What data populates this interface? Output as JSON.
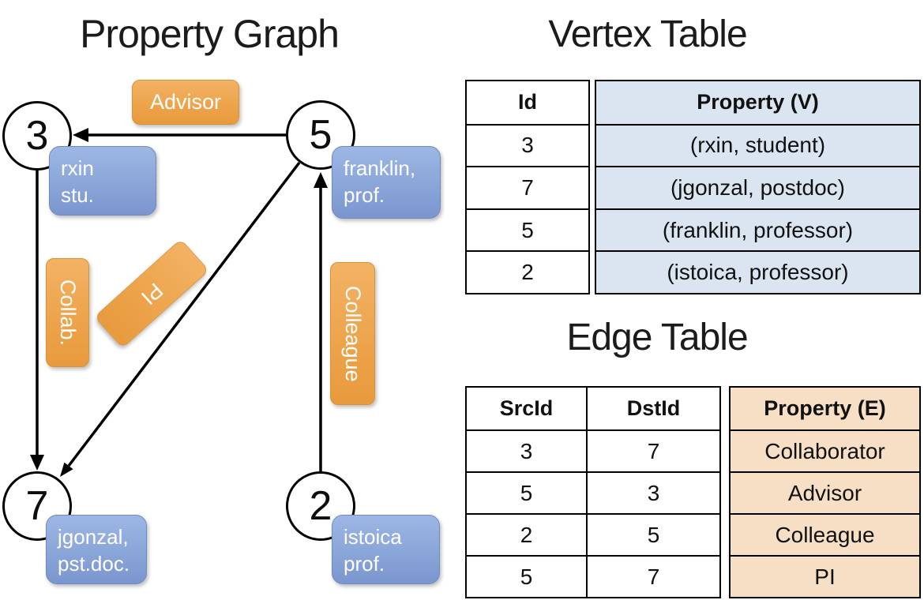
{
  "titles": {
    "property_graph": "Property Graph",
    "vertex_table": "Vertex Table",
    "edge_table": "Edge Table"
  },
  "graph": {
    "nodes": [
      {
        "id": "3",
        "property": "rxin\nstu."
      },
      {
        "id": "5",
        "property": "franklin,\nprof."
      },
      {
        "id": "7",
        "property": "jgonzal,\npst.doc."
      },
      {
        "id": "2",
        "property": "istoica\nprof."
      }
    ],
    "edge_labels": [
      {
        "label": "Advisor"
      },
      {
        "label": "Collab."
      },
      {
        "label": "PI"
      },
      {
        "label": "Colleague"
      }
    ]
  },
  "vertex_table": {
    "headers": {
      "id": "Id",
      "property": "Property (V)"
    },
    "rows": [
      {
        "id": "3",
        "property": "(rxin, student)"
      },
      {
        "id": "7",
        "property": "(jgonzal, postdoc)"
      },
      {
        "id": "5",
        "property": "(franklin, professor)"
      },
      {
        "id": "2",
        "property": "(istoica, professor)"
      }
    ]
  },
  "edge_table": {
    "headers": {
      "src": "SrcId",
      "dst": "DstId",
      "property": "Property (E)"
    },
    "rows": [
      {
        "src": "3",
        "dst": "7",
        "property": "Collaborator"
      },
      {
        "src": "5",
        "dst": "3",
        "property": "Advisor"
      },
      {
        "src": "2",
        "dst": "5",
        "property": "Colleague"
      },
      {
        "src": "5",
        "dst": "7",
        "property": "PI"
      }
    ]
  },
  "colors": {
    "edge_label_orange": "#eda44c",
    "node_property_blue": "#8aa5d8",
    "vertex_property_fill": "#dbe5f1",
    "edge_property_fill": "#f6dfc5",
    "line_black": "#000000"
  }
}
